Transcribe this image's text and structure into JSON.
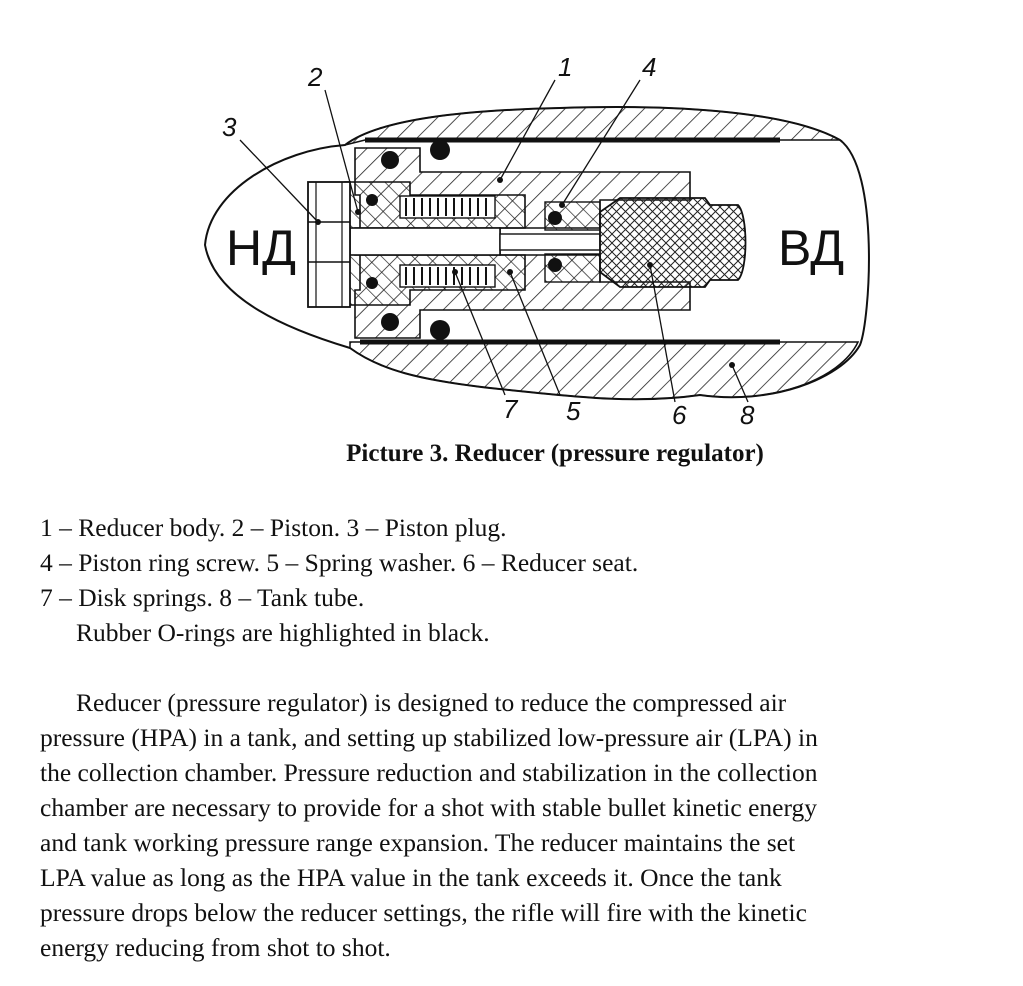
{
  "figure": {
    "callouts": [
      {
        "num": "1"
      },
      {
        "num": "2"
      },
      {
        "num": "3"
      },
      {
        "num": "4"
      },
      {
        "num": "5"
      },
      {
        "num": "6"
      },
      {
        "num": "7"
      },
      {
        "num": "8"
      }
    ],
    "left_label": "НД",
    "right_label": "ВД"
  },
  "caption": "Picture 3. Reducer (pressure regulator)",
  "legend": [
    "1 – Reducer body. 2 – Piston. 3 – Piston plug.",
    "4 – Piston ring screw. 5 – Spring washer.  6 – Reducer seat.",
    "7 – Disk springs. 8 – Tank tube.",
    "Rubber O-rings are highlighted in black."
  ],
  "paragraph": [
    "Reducer (pressure regulator) is designed to reduce the compressed air",
    "pressure (HPA) in a tank, and setting up stabilized low-pressure air (LPA) in",
    "the collection chamber. Pressure reduction and stabilization in the collection",
    "chamber are necessary to provide for a shot with stable bullet kinetic energy",
    "and tank working pressure range expansion. The reducer maintains the set",
    "LPA value as long as the HPA value in the tank exceeds it. Once the tank",
    "pressure drops below the reducer settings, the rifle will fire with the kinetic",
    "energy reducing from shot to shot."
  ]
}
